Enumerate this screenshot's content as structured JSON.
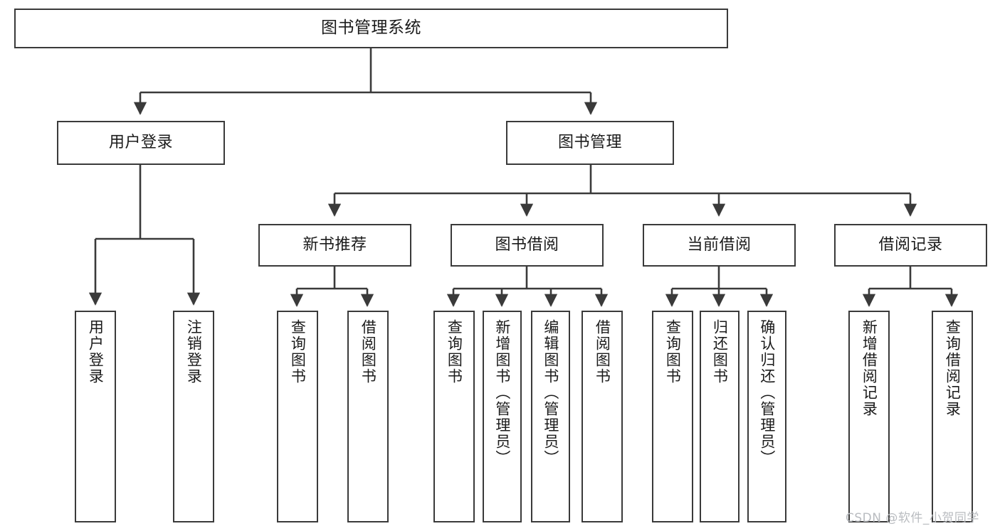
{
  "diagram": {
    "type": "tree-hierarchy",
    "title": "图书管理系统",
    "root": {
      "label": "图书管理系统"
    },
    "level1": [
      {
        "id": "user-login",
        "label": "用户登录"
      },
      {
        "id": "book-manage",
        "label": "图书管理"
      }
    ],
    "level2": [
      {
        "id": "new-book-recommend",
        "label": "新书推荐",
        "parent": "book-manage"
      },
      {
        "id": "book-borrow",
        "label": "图书借阅",
        "parent": "book-manage"
      },
      {
        "id": "current-borrow",
        "label": "当前借阅",
        "parent": "book-manage"
      },
      {
        "id": "borrow-record",
        "label": "借阅记录",
        "parent": "book-manage"
      }
    ],
    "leaves": [
      {
        "id": "leaf-user-login",
        "label": "用户登录",
        "parent": "user-login"
      },
      {
        "id": "leaf-logout-login",
        "label": "注销登录",
        "parent": "user-login"
      },
      {
        "id": "leaf-query-book-1",
        "label": "查询图书",
        "parent": "new-book-recommend"
      },
      {
        "id": "leaf-borrow-book-1",
        "label": "借阅图书",
        "parent": "new-book-recommend"
      },
      {
        "id": "leaf-query-book-2",
        "label": "查询图书",
        "parent": "book-borrow"
      },
      {
        "id": "leaf-add-book",
        "label": "新增图书（管理员）",
        "parent": "book-borrow"
      },
      {
        "id": "leaf-edit-book",
        "label": "编辑图书（管理员）",
        "parent": "book-borrow"
      },
      {
        "id": "leaf-borrow-book-2",
        "label": "借阅图书",
        "parent": "book-borrow"
      },
      {
        "id": "leaf-query-book-3",
        "label": "查询图书",
        "parent": "current-borrow"
      },
      {
        "id": "leaf-return-book",
        "label": "归还图书",
        "parent": "current-borrow"
      },
      {
        "id": "leaf-confirm-return",
        "label": "确认归还（管理员）",
        "parent": "current-borrow"
      },
      {
        "id": "leaf-add-record",
        "label": "新增借阅记录",
        "parent": "borrow-record"
      },
      {
        "id": "leaf-query-record",
        "label": "查询借阅记录",
        "parent": "borrow-record"
      }
    ],
    "colors": {
      "border": "#3a3a3a",
      "connector": "#3a3a3a",
      "background": "#ffffff",
      "text": "#1b1b1b",
      "watermark": "#b9bcc0"
    }
  },
  "watermark": {
    "text": "CSDN @软件_小贺同学"
  }
}
